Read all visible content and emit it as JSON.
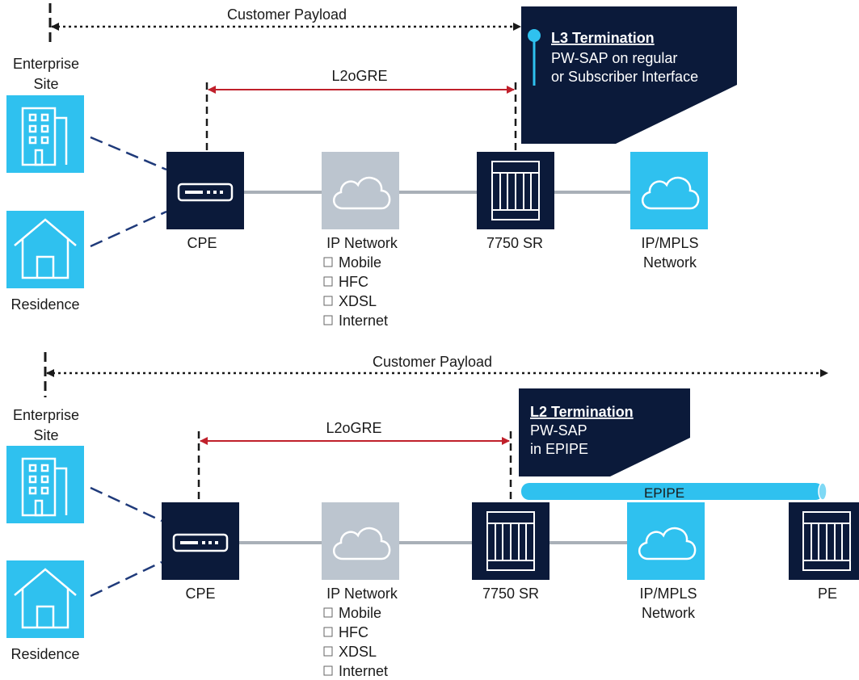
{
  "colors": {
    "navy": "#0b1a3a",
    "cyan": "#2fc1ef",
    "gray_box": "#bcc5cf",
    "link_gray": "#a9b0b8",
    "arrow_red": "#c0202b",
    "dash_navy": "#1f3a7a",
    "callout_dot": "#2fc1ef"
  },
  "top": {
    "payload_label": "Customer Payload",
    "tunnel_label": "L2oGRE",
    "enterprise_label_1": "Enterprise",
    "enterprise_label_2": "Site",
    "residence_label": "Residence",
    "cpe_label": "CPE",
    "ipnet_label": "IP Network",
    "ipnet_items": [
      "Mobile",
      "HFC",
      "XDSL",
      "Internet"
    ],
    "sr_label": "7750 SR",
    "mpls_label_1": "IP/MPLS",
    "mpls_label_2": "Network",
    "callout_title": "L3 Termination",
    "callout_lines": [
      "PW-SAP on regular",
      "or Subscriber Interface"
    ]
  },
  "bottom": {
    "payload_label": "Customer Payload",
    "tunnel_label": "L2oGRE",
    "enterprise_label_1": "Enterprise",
    "enterprise_label_2": "Site",
    "residence_label": "Residence",
    "cpe_label": "CPE",
    "ipnet_label": "IP Network",
    "ipnet_items": [
      "Mobile",
      "HFC",
      "XDSL",
      "Internet"
    ],
    "sr_label": "7750 SR",
    "mpls_label_1": "IP/MPLS",
    "mpls_label_2": "Network",
    "pe_label": "PE",
    "epipe_label": "EPIPE",
    "callout_title": "L2 Termination",
    "callout_lines": [
      "PW-SAP",
      "in EPIPE"
    ]
  },
  "icons": {
    "building": "building-icon",
    "house": "house-icon",
    "router": "router-icon",
    "cloud": "cloud-icon",
    "chassis": "chassis-icon"
  }
}
